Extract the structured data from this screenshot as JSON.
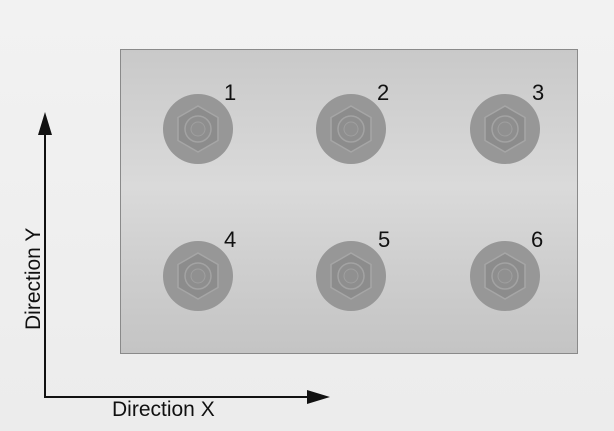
{
  "diagram": {
    "bolts": [
      {
        "label": "1"
      },
      {
        "label": "2"
      },
      {
        "label": "3"
      },
      {
        "label": "4"
      },
      {
        "label": "5"
      },
      {
        "label": "6"
      }
    ],
    "axis_x_label": "Direction X",
    "axis_y_label": "Direction Y",
    "colors": {
      "plate": "#d2d2d2",
      "bolt": "#969696",
      "axis": "#111111"
    }
  }
}
